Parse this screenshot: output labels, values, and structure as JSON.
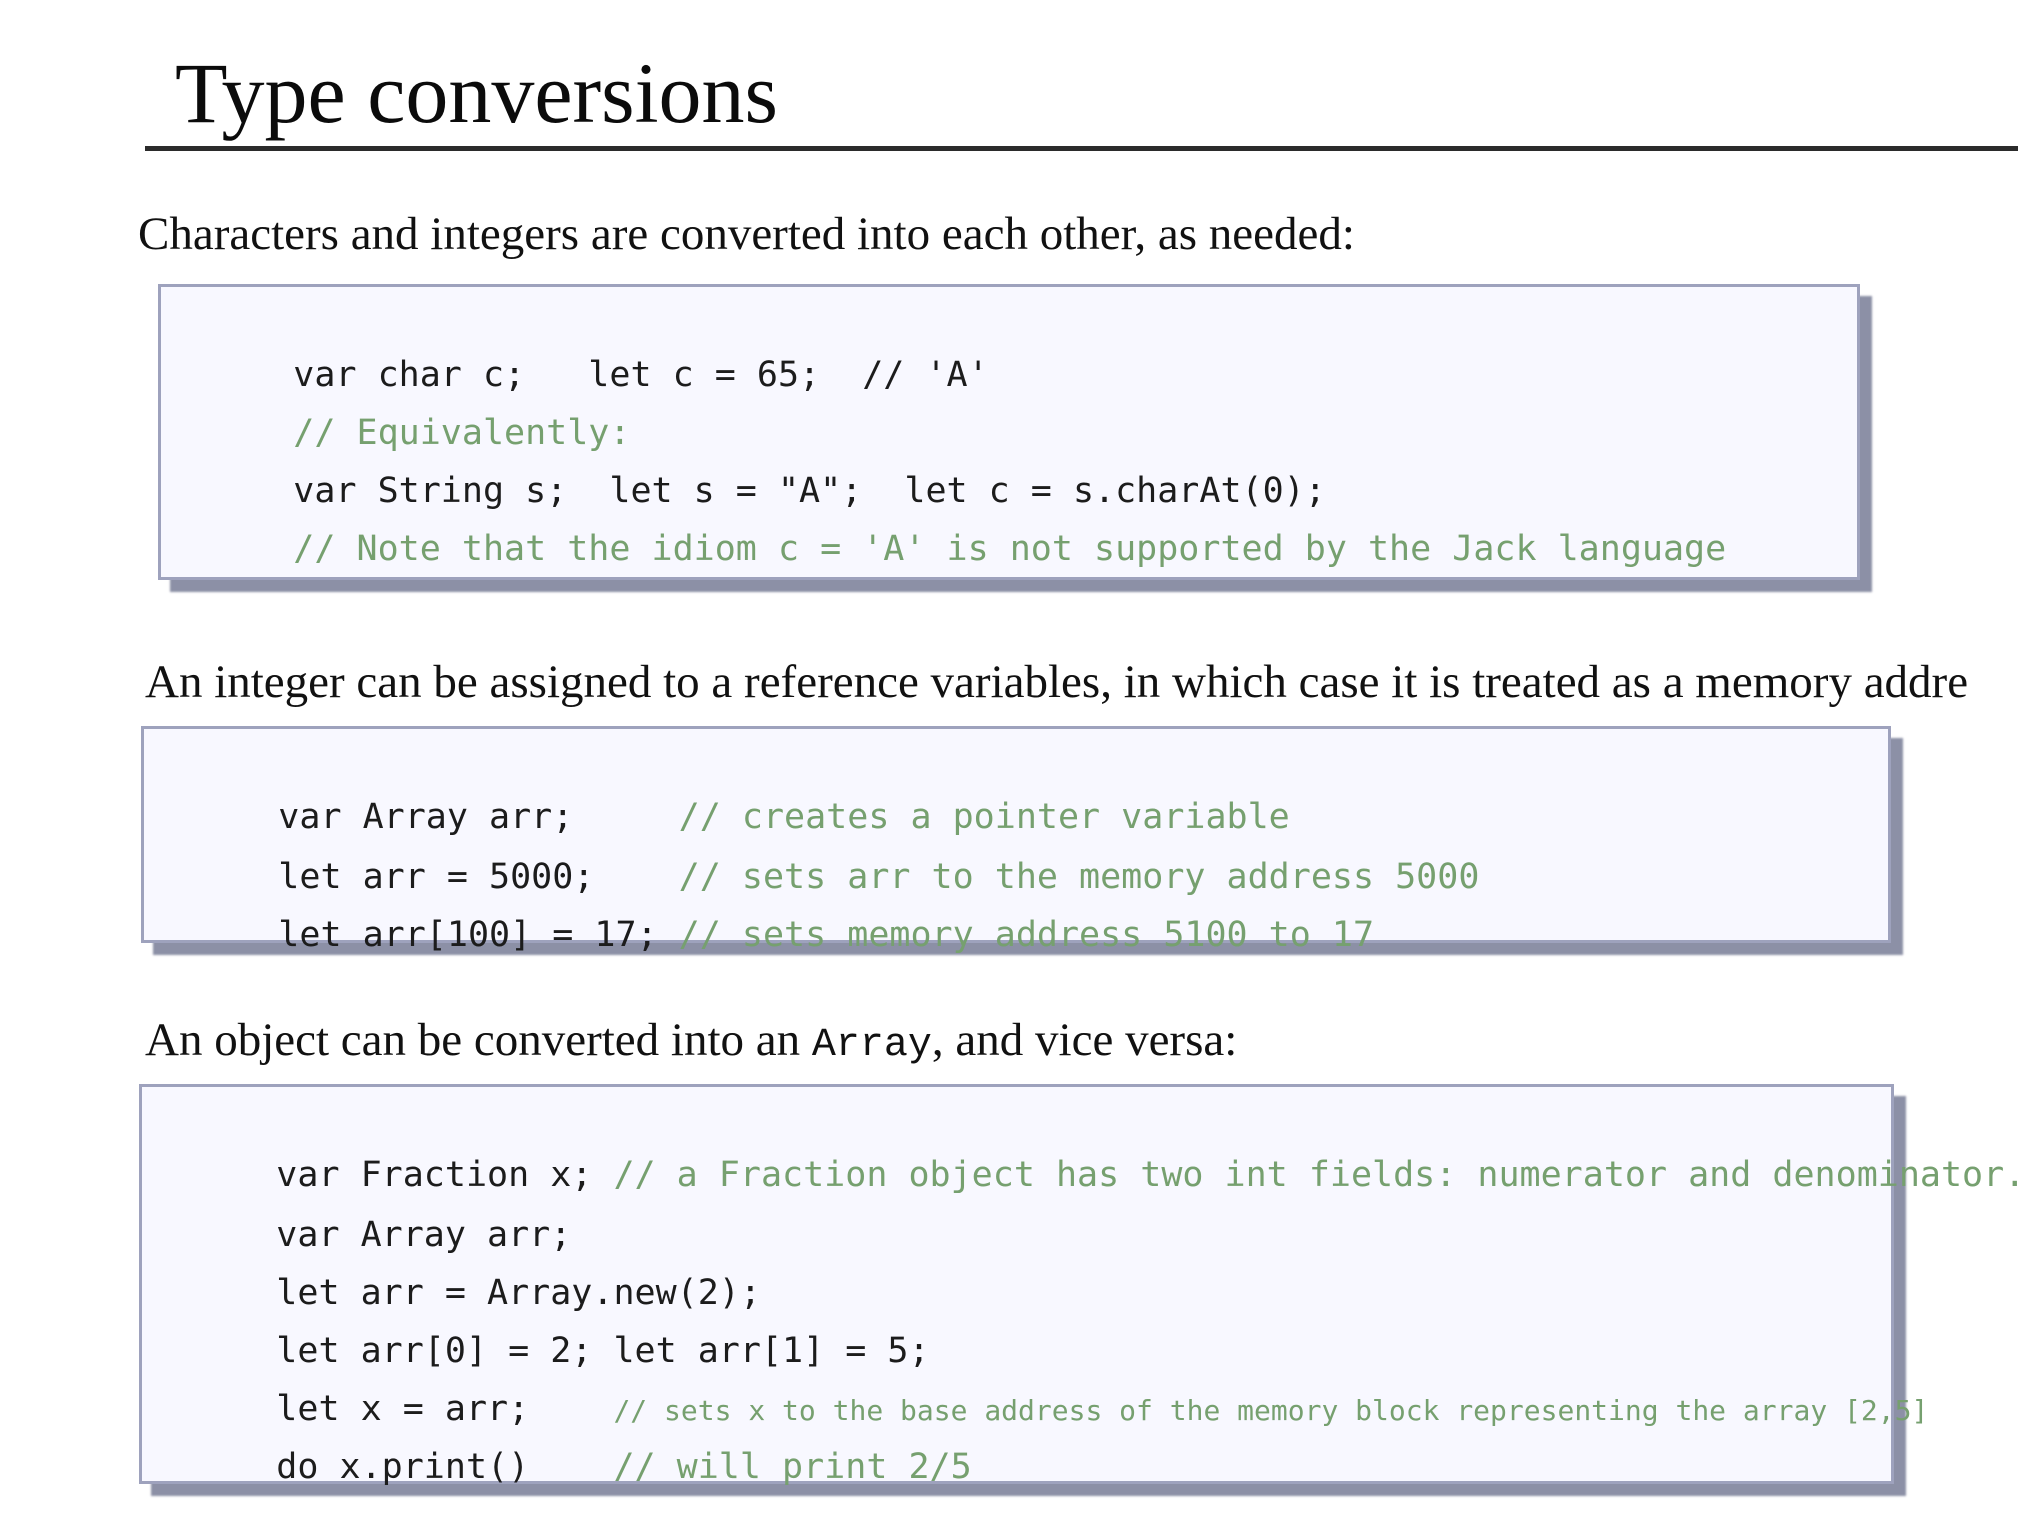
{
  "slide": {
    "title": "Type conversions",
    "sections": [
      {
        "intro": "Characters and integers are converted into each other, as needed:",
        "lines": [
          {
            "code": "var char c;   let c = 65;  // 'A'",
            "comment": ""
          },
          {
            "code": "",
            "comment": "// Equivalently:"
          },
          {
            "code": "var String s;  let s = \"A\";  let c = s.charAt(0);",
            "comment": ""
          },
          {
            "code": "",
            "comment": "// Note that the idiom c = 'A' is not supported by the Jack language"
          }
        ]
      },
      {
        "intro": "An integer can be assigned to a reference variables, in which case it is treated as a memory addre",
        "lines": [
          {
            "code": "var Array arr;     ",
            "comment": "// creates a pointer variable"
          },
          {
            "code": "let arr = 5000;    ",
            "comment": "// sets arr to the memory address 5000"
          },
          {
            "code": "let arr[100] = 17; ",
            "comment": "// sets memory address 5100 to 17"
          }
        ]
      },
      {
        "intro_before": "An object can be converted into an ",
        "intro_code": "Array",
        "intro_after": ", and vice versa:",
        "lines": [
          {
            "code": "var Fraction x; ",
            "comment": "// a Fraction object has two int fields: numerator and denominator."
          },
          {
            "code": "var Array arr;",
            "comment": ""
          },
          {
            "code": "let arr = Array.new(2);",
            "comment": ""
          },
          {
            "code": "let arr[0] = 2; let arr[1] = 5;",
            "comment": ""
          },
          {
            "code": "let x = arr;    ",
            "comment": "// sets x to the base address of the memory block representing the array [2,5]"
          },
          {
            "code": "do x.print()    ",
            "comment": "// will print 2/5"
          }
        ]
      }
    ]
  }
}
